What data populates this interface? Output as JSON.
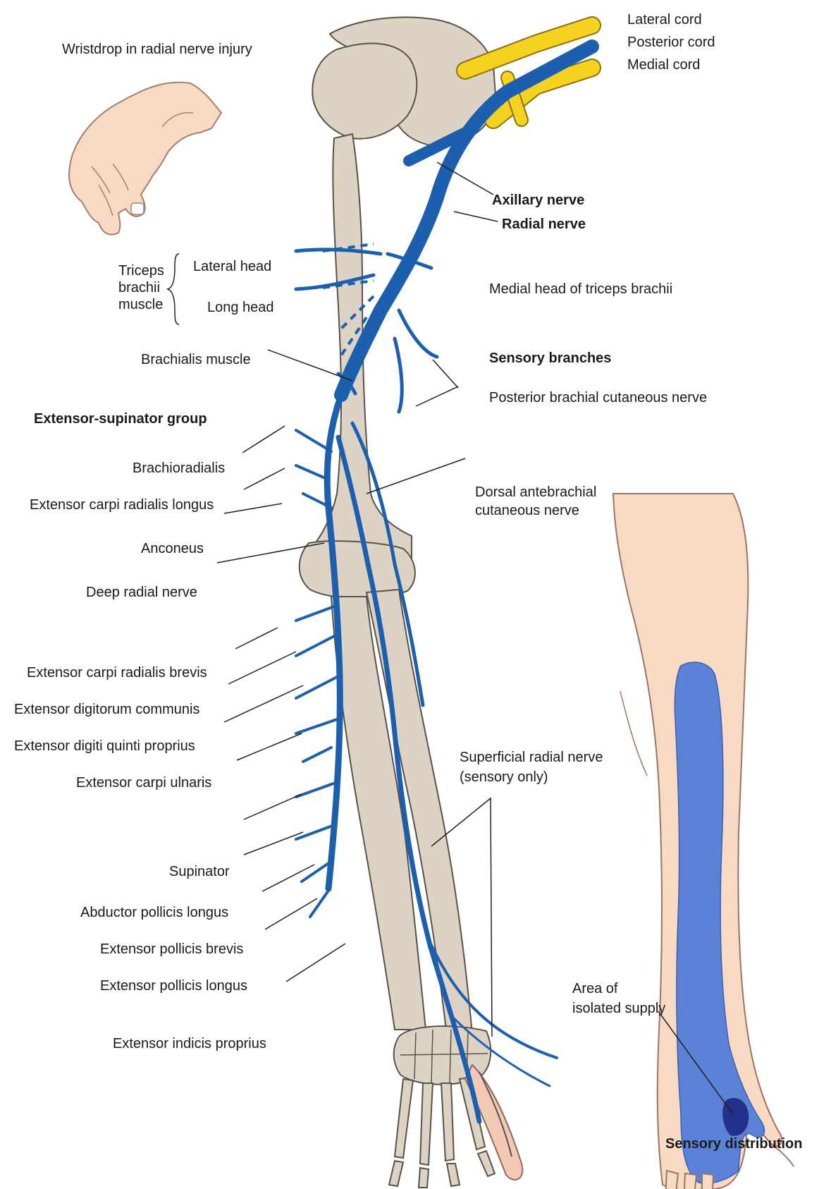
{
  "colors": {
    "nerve": "#1b5fae",
    "nerve_dark": "#134a8c",
    "cords": "#f5d21f",
    "bone": "#ddd3c5",
    "bone_outline": "#5a5148",
    "skin": "#f8d9c4",
    "sensory_area": "#5b82d6",
    "isolated_area": "#22318a",
    "text": "#1a1a1a"
  },
  "labels": {
    "wristdrop": "Wristdrop in radial nerve injury",
    "lateral_cord": "Lateral cord",
    "posterior_cord": "Posterior cord",
    "medial_cord": "Medial cord",
    "axillary_nerve": "Axillary nerve",
    "radial_nerve": "Radial nerve",
    "triceps_line1": "Triceps",
    "triceps_line2": "brachii",
    "triceps_line3": "muscle",
    "lateral_head": "Lateral head",
    "long_head": "Long head",
    "medial_head": "Medial head of triceps brachii",
    "brachialis": "Brachialis muscle",
    "sensory_branches": "Sensory branches",
    "posterior_brachial": "Posterior brachial cutaneous nerve",
    "extensor_supinator_group": "Extensor-supinator group",
    "brachioradialis": "Brachioradialis",
    "ecr_longus": "Extensor carpi radialis longus",
    "dorsal_antebrachial_1": "Dorsal antebrachial",
    "dorsal_antebrachial_2": "cutaneous nerve",
    "anconeus": "Anconeus",
    "deep_radial": "Deep radial nerve",
    "ecr_brevis": "Extensor carpi radialis brevis",
    "ed_communis": "Extensor digitorum communis",
    "edq_proprius": "Extensor digiti quinti proprius",
    "ec_ulnaris": "Extensor carpi ulnaris",
    "superficial_radial_1": "Superficial radial nerve",
    "superficial_radial_2": "(sensory only)",
    "supinator": "Supinator",
    "ap_longus": "Abductor pollicis longus",
    "ep_brevis": "Extensor pollicis brevis",
    "ep_longus": "Extensor pollicis longus",
    "ei_proprius": "Extensor indicis proprius",
    "isolated_supply_1": "Area of",
    "isolated_supply_2": "isolated supply",
    "sensory_distribution": "Sensory distribution"
  }
}
